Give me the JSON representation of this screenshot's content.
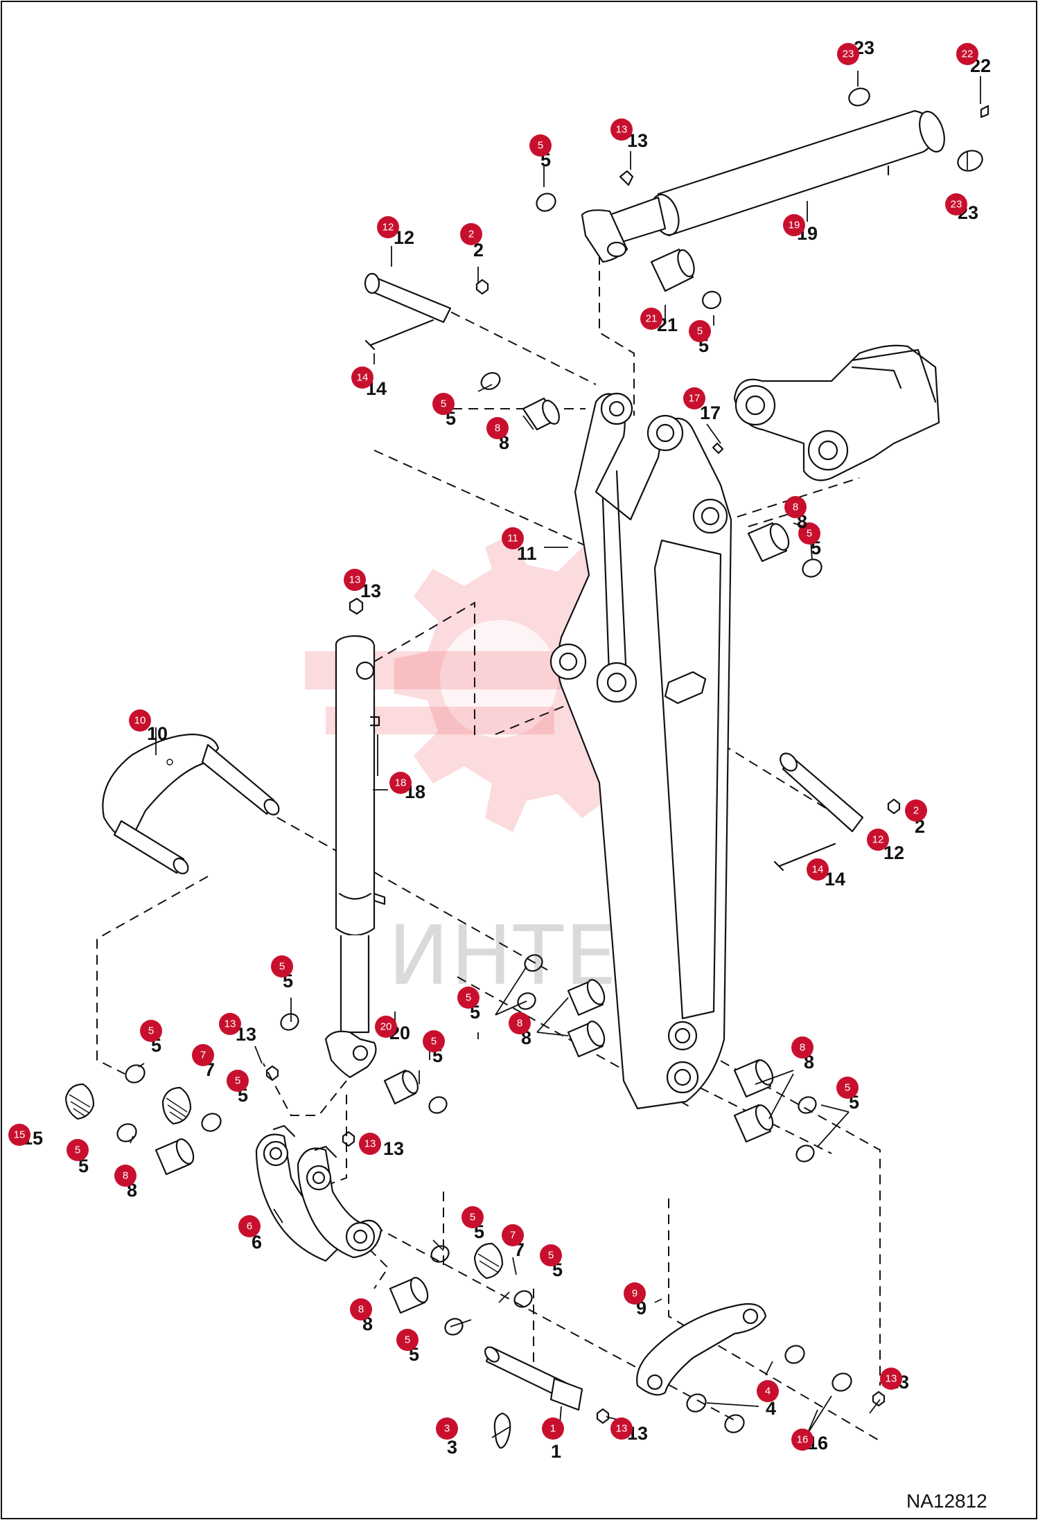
{
  "diagram": {
    "drawing_number": "NA12812",
    "watermark_text": "ИНТЕХ",
    "colors": {
      "badge": "#c8102e",
      "ink": "#111111",
      "watermark": "#ef5a62"
    },
    "callouts": [
      {
        "n": "1"
      },
      {
        "n": "2"
      },
      {
        "n": "2"
      },
      {
        "n": "3"
      },
      {
        "n": "4"
      },
      {
        "n": "5"
      },
      {
        "n": "5"
      },
      {
        "n": "5"
      },
      {
        "n": "5"
      },
      {
        "n": "5"
      },
      {
        "n": "5"
      },
      {
        "n": "5"
      },
      {
        "n": "5"
      },
      {
        "n": "5"
      },
      {
        "n": "5"
      },
      {
        "n": "5"
      },
      {
        "n": "5"
      },
      {
        "n": "5"
      },
      {
        "n": "5"
      },
      {
        "n": "6"
      },
      {
        "n": "7"
      },
      {
        "n": "7"
      },
      {
        "n": "8"
      },
      {
        "n": "8"
      },
      {
        "n": "8"
      },
      {
        "n": "8"
      },
      {
        "n": "8"
      },
      {
        "n": "8"
      },
      {
        "n": "9"
      },
      {
        "n": "10"
      },
      {
        "n": "11"
      },
      {
        "n": "12"
      },
      {
        "n": "12"
      },
      {
        "n": "13"
      },
      {
        "n": "13"
      },
      {
        "n": "13"
      },
      {
        "n": "13"
      },
      {
        "n": "13"
      },
      {
        "n": "13"
      },
      {
        "n": "14"
      },
      {
        "n": "14"
      },
      {
        "n": "15"
      },
      {
        "n": "16"
      },
      {
        "n": "17"
      },
      {
        "n": "18"
      },
      {
        "n": "19"
      },
      {
        "n": "20"
      },
      {
        "n": "21"
      },
      {
        "n": "22"
      },
      {
        "n": "23"
      },
      {
        "n": "23"
      }
    ]
  }
}
